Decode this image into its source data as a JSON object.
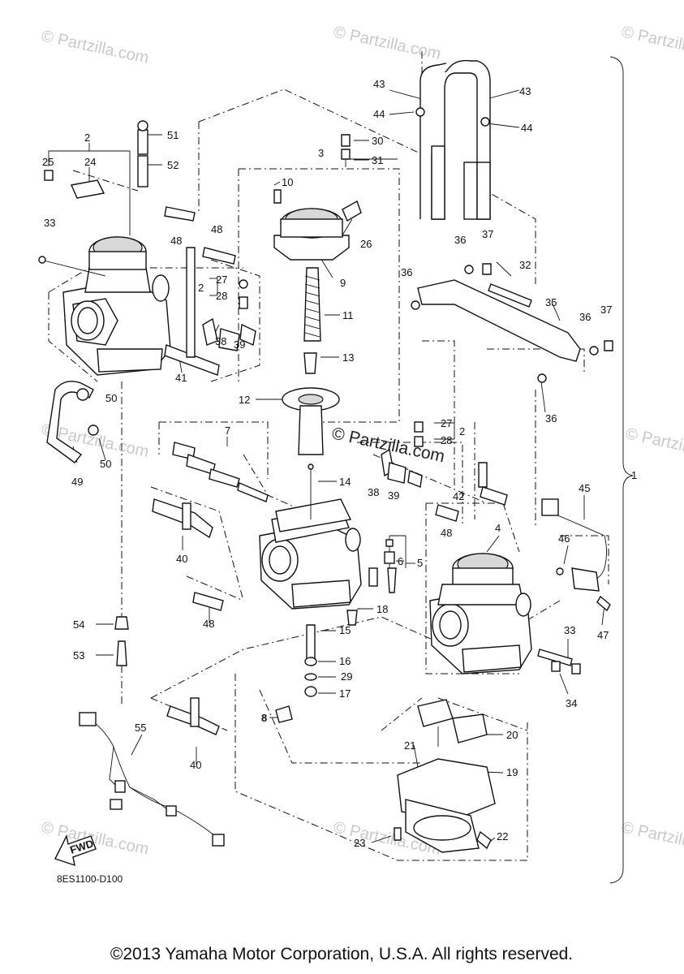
{
  "watermark": "© Partzilla.com",
  "center_watermark": "© Partzilla.com",
  "diagram_code": "8ES1100-D100",
  "fwd_label": "FWD",
  "copyright": "©2013 Yamaha Motor Corporation, U.S.A. All rights reserved.",
  "callouts": [
    "1",
    "2",
    "3",
    "4",
    "5",
    "6",
    "7",
    "8",
    "9",
    "10",
    "11",
    "12",
    "13",
    "14",
    "15",
    "16",
    "17",
    "18",
    "19",
    "20",
    "21",
    "22",
    "23",
    "24",
    "25",
    "26",
    "27",
    "28",
    "29",
    "30",
    "31",
    "32",
    "33",
    "34",
    "35",
    "36",
    "37",
    "38",
    "39",
    "40",
    "41",
    "42",
    "43",
    "44",
    "45",
    "46",
    "47",
    "48",
    "49",
    "50",
    "51",
    "52",
    "53",
    "54",
    "55"
  ]
}
